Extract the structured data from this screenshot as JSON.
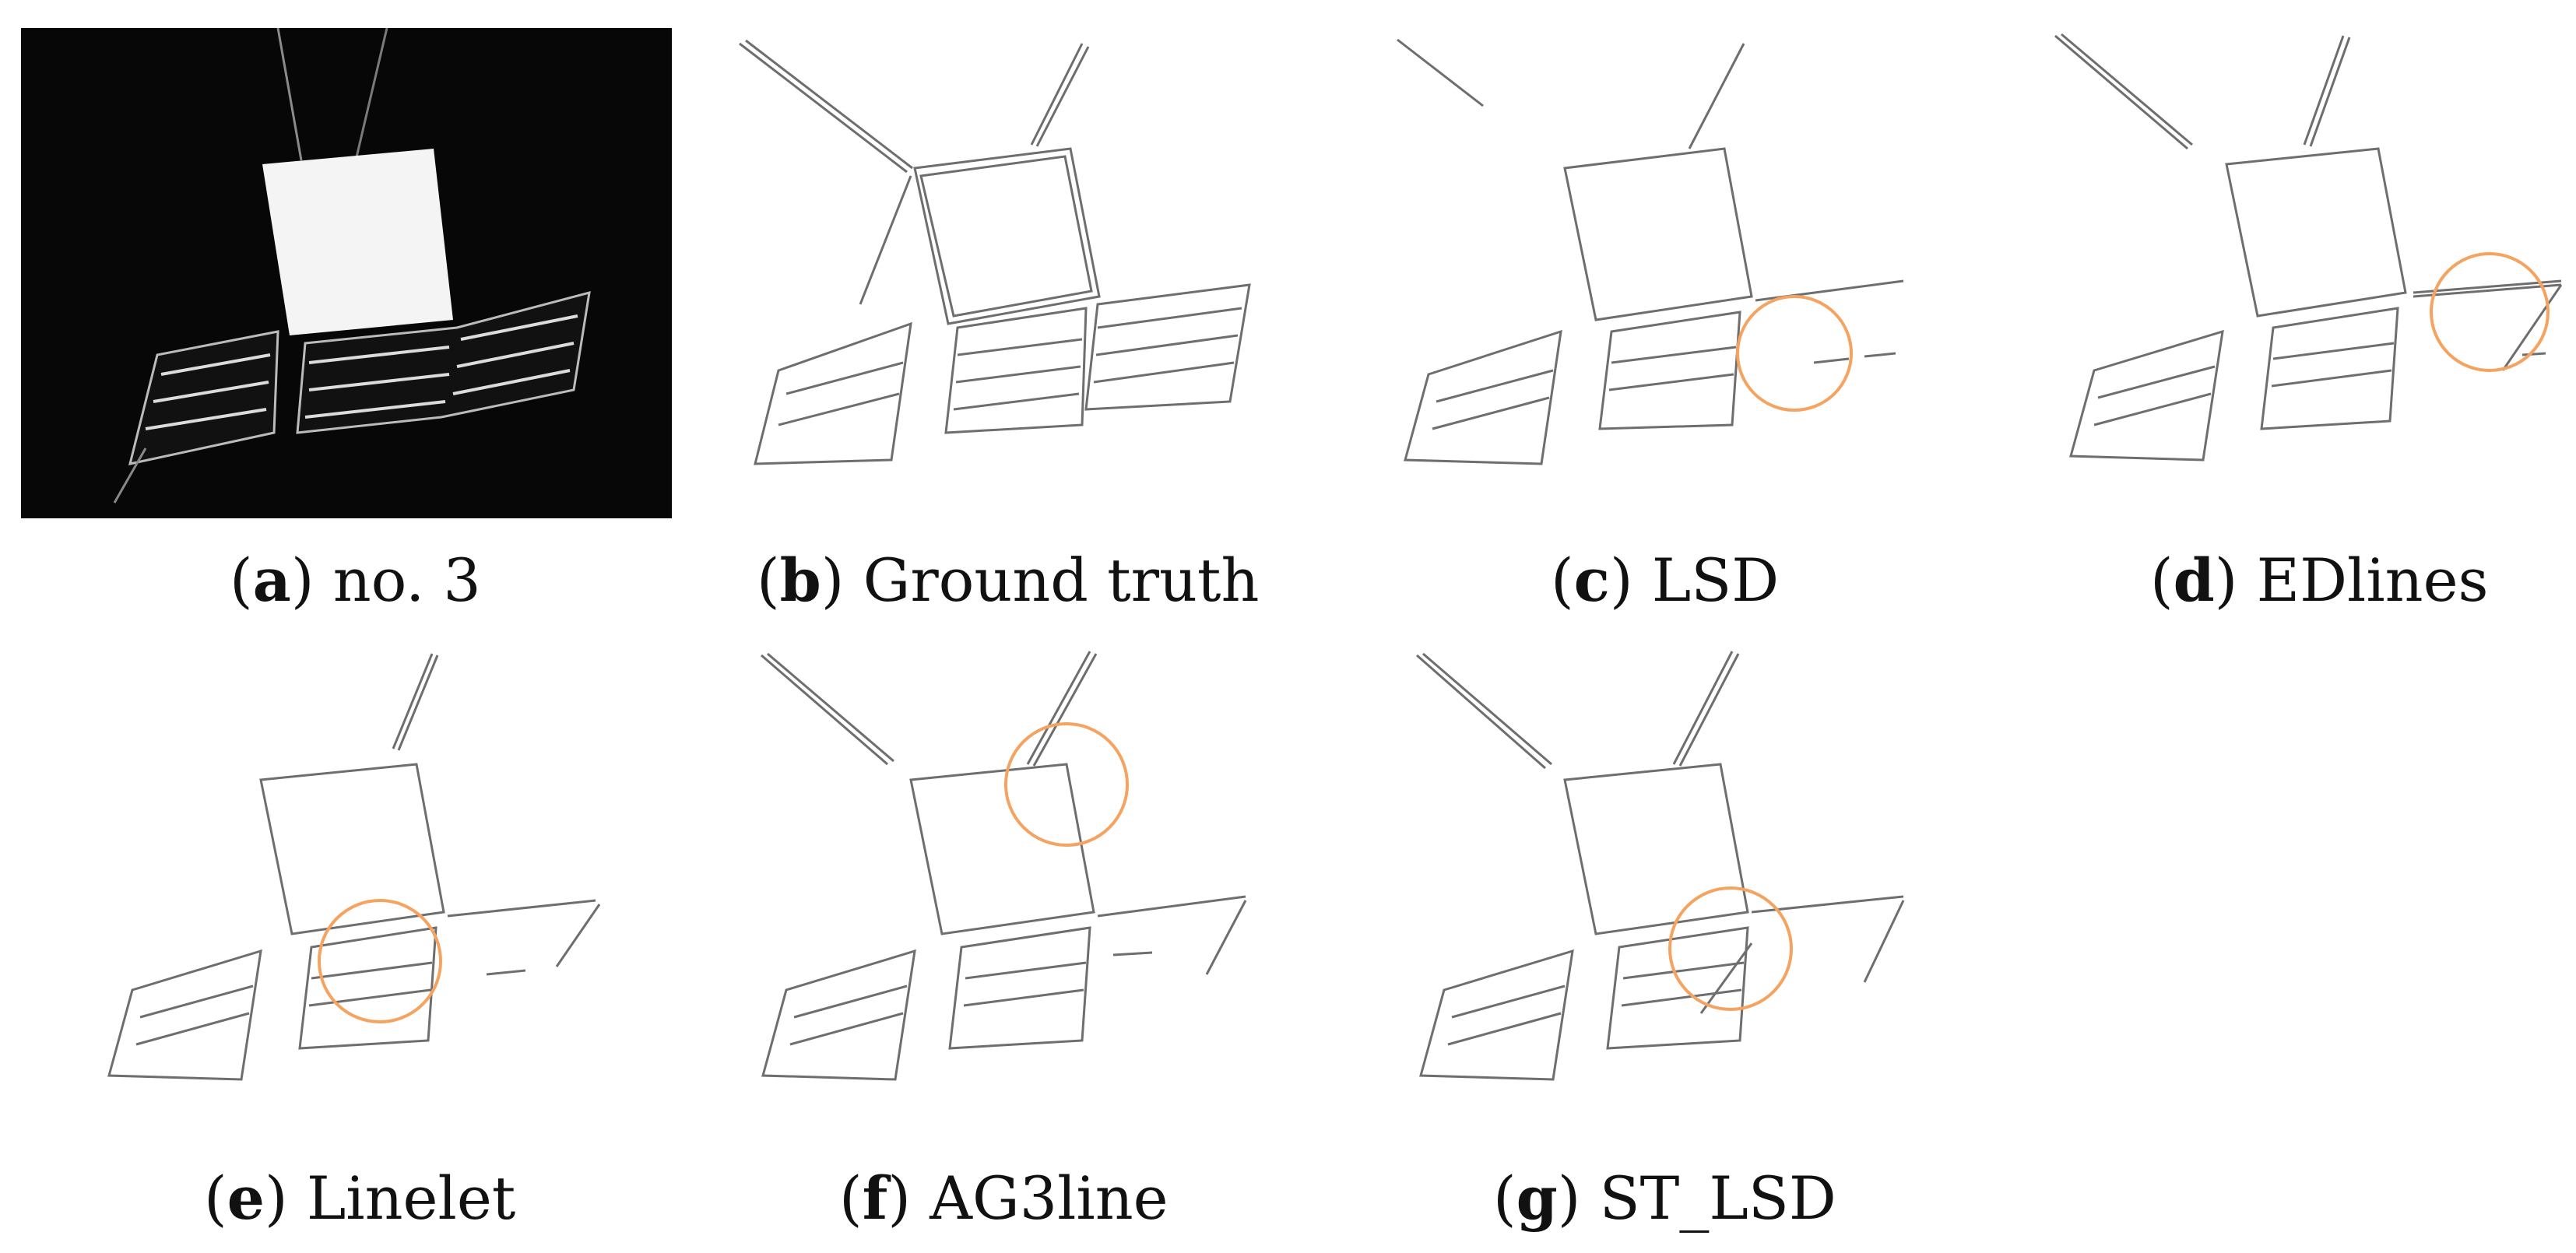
{
  "figure": {
    "panels": [
      {
        "id": "a",
        "name": "no. 3"
      },
      {
        "id": "b",
        "name": "Ground truth"
      },
      {
        "id": "c",
        "name": "LSD"
      },
      {
        "id": "d",
        "name": "EDlines"
      },
      {
        "id": "e",
        "name": "Linelet"
      },
      {
        "id": "f",
        "name": "AG3line"
      },
      {
        "id": "g",
        "name": "ST_LSD"
      }
    ],
    "highlight_color": "#F4A460",
    "line_color": "#6e6e6e",
    "photo_background": "#000000"
  }
}
